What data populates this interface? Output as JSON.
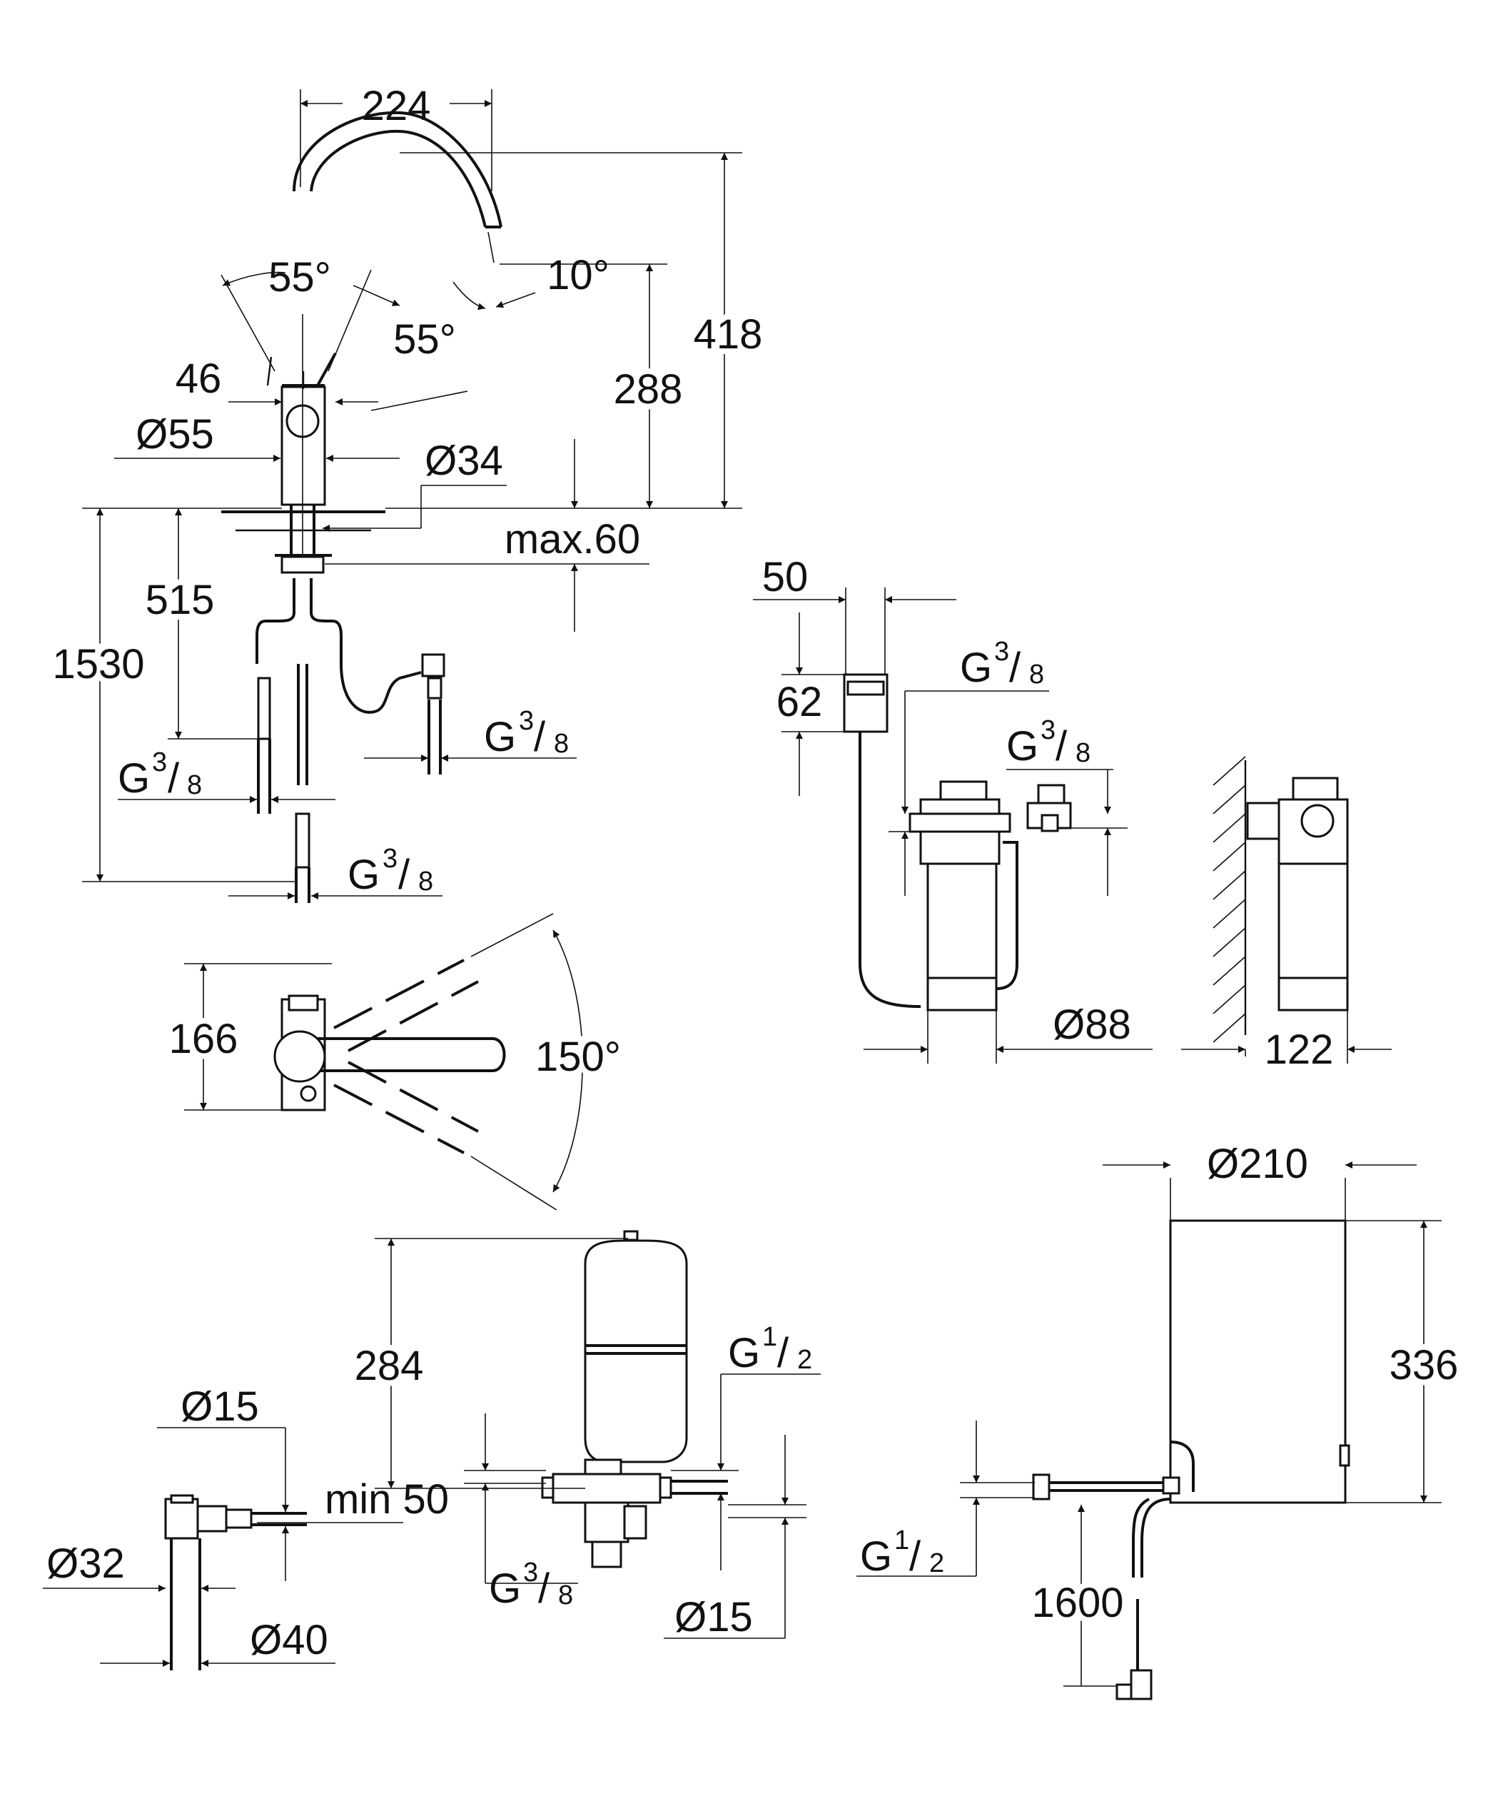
{
  "faucet_front": {
    "width": "224",
    "angle_left": "55°",
    "angle_spout": "10°",
    "angle_right": "55°",
    "height_total": "418",
    "height_spout": "288",
    "d46": "46",
    "dia55": "Ø55",
    "dia34": "Ø34",
    "max60": "max.60",
    "d515": "515",
    "d1530": "1530",
    "g_left": "G",
    "g_left_frac_num": "3",
    "g_left_frac_den": "8",
    "g_right": "G",
    "g_right_frac_num": "3",
    "g_right_frac_den": "8",
    "g_bottom": "G",
    "g_bottom_frac_num": "3",
    "g_bottom_frac_den": "8"
  },
  "faucet_top": {
    "depth": "166",
    "swivel": "150°"
  },
  "filter": {
    "head_width": "50",
    "head_height": "62",
    "g1": "G",
    "g1_num": "3",
    "g1_den": "8",
    "g2": "G",
    "g2_num": "3",
    "g2_den": "8",
    "diameter": "Ø88",
    "depth": "122"
  },
  "cooler": {
    "diameter": "Ø210",
    "height": "336",
    "g": "G",
    "g_num": "1",
    "g_den": "2",
    "cable": "1600"
  },
  "tank": {
    "height": "284",
    "g_top": "G",
    "g_top_num": "1",
    "g_top_den": "2",
    "dia15_top": "Ø15",
    "min50": "min 50",
    "dia32": "Ø32",
    "dia40": "Ø40",
    "g_bottom": "G",
    "g_bottom_num": "3",
    "g_bottom_den": "8",
    "dia15_bottom": "Ø15"
  }
}
